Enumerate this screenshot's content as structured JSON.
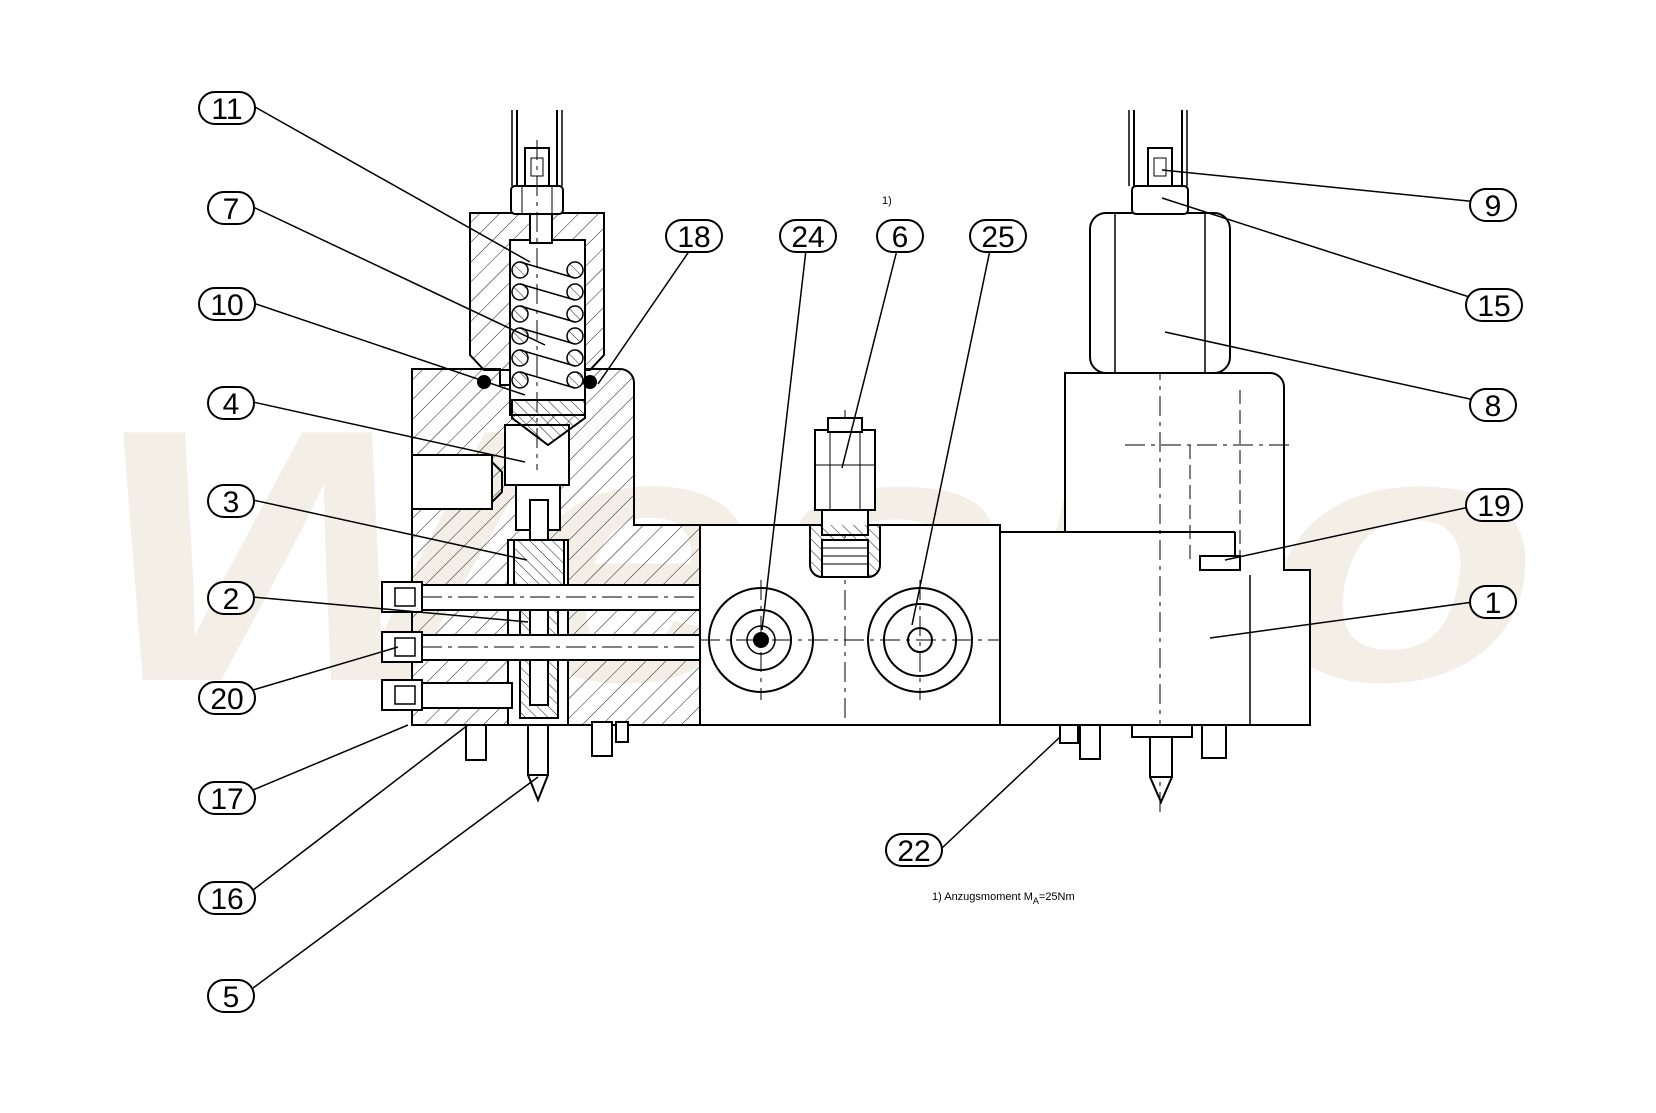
{
  "watermark": {
    "text": "Wesko"
  },
  "note_marker": "1)",
  "footnote": {
    "prefix": "1)  Anzugsmoment  M",
    "subscript": "A",
    "suffix": "=25Nm"
  },
  "callouts": [
    {
      "id": "callout-11",
      "label": "11"
    },
    {
      "id": "callout-7",
      "label": "7"
    },
    {
      "id": "callout-10",
      "label": "10"
    },
    {
      "id": "callout-4",
      "label": "4"
    },
    {
      "id": "callout-3",
      "label": "3"
    },
    {
      "id": "callout-2",
      "label": "2"
    },
    {
      "id": "callout-20",
      "label": "20"
    },
    {
      "id": "callout-17",
      "label": "17"
    },
    {
      "id": "callout-16",
      "label": "16"
    },
    {
      "id": "callout-5",
      "label": "5"
    },
    {
      "id": "callout-18",
      "label": "18"
    },
    {
      "id": "callout-24",
      "label": "24"
    },
    {
      "id": "callout-6",
      "label": "6"
    },
    {
      "id": "callout-25",
      "label": "25"
    },
    {
      "id": "callout-9",
      "label": "9"
    },
    {
      "id": "callout-15",
      "label": "15"
    },
    {
      "id": "callout-8",
      "label": "8"
    },
    {
      "id": "callout-19",
      "label": "19"
    },
    {
      "id": "callout-1",
      "label": "1"
    },
    {
      "id": "callout-22",
      "label": "22"
    }
  ]
}
